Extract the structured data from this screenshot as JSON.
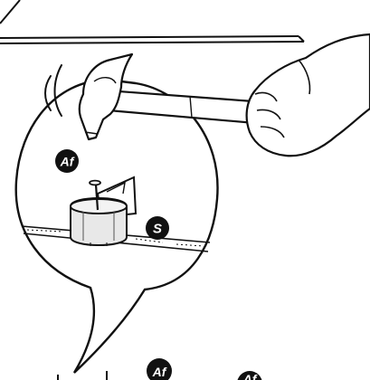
{
  "illustration": {
    "labels": {
      "fastener_tool": "Af",
      "surface": "S",
      "fastener_tool_bottom_left": "Af",
      "fastener_tool_bottom_right": "Af"
    },
    "colors": {
      "ink": "#111111",
      "paper": "#ffffff",
      "steel": "#e8e8e8",
      "shadow": "#555555"
    },
    "icons": {
      "hammer": "hammer-icon",
      "hand": "hand-icon",
      "motion": "motion-lines-icon",
      "nail": "nail-icon",
      "nail_guide": "nail-guide-icon",
      "floor": "floor-board-icon"
    }
  }
}
